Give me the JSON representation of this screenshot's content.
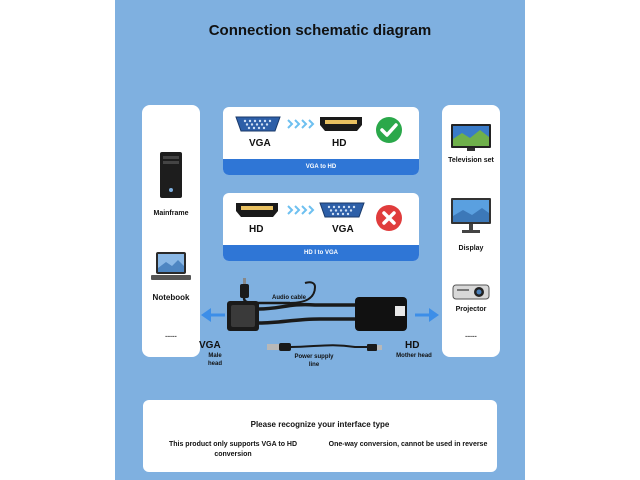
{
  "title": "Connection schematic diagram",
  "left_panel": {
    "items": [
      "Mainframe",
      "Notebook",
      "......"
    ]
  },
  "right_panel": {
    "items": [
      "Television set",
      "Display",
      "Projector",
      "......"
    ]
  },
  "card_supported": {
    "from_label": "VGA",
    "to_label": "HD",
    "bar_label": "VGA to HD",
    "status_icon": "check-icon",
    "status_color": "#2aa84a"
  },
  "card_unsupported": {
    "from_label": "HD",
    "to_label": "VGA",
    "bar_label": "HD I to VGA",
    "status_icon": "cross-icon",
    "status_color": "#e03c3c"
  },
  "adapter": {
    "audio_cable_label": "Audio cable",
    "power_label": "Power supply line",
    "vga_end_label": "VGA",
    "vga_end_sub": "Male head",
    "hd_end_label": "HD",
    "hd_end_sub": "Mother head"
  },
  "notice": {
    "heading": "Please recognize your interface type",
    "left_text": "This product only supports VGA to HD conversion",
    "right_text": "One-way conversion, cannot be used in reverse"
  },
  "colors": {
    "background": "#7fb0e0",
    "accent_blue": "#2f76d6",
    "arrow_blue": "#3c8ee8"
  }
}
